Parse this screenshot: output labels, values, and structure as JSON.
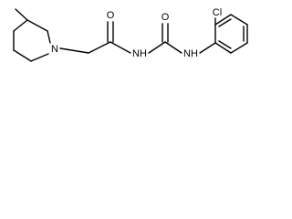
{
  "molecule": {
    "atoms": {
      "piperidine_n": "N",
      "amide_o": "O",
      "amide_nh": "NH",
      "urea_o": "O",
      "urea_nh": "NH",
      "chlorine": "Cl"
    }
  }
}
